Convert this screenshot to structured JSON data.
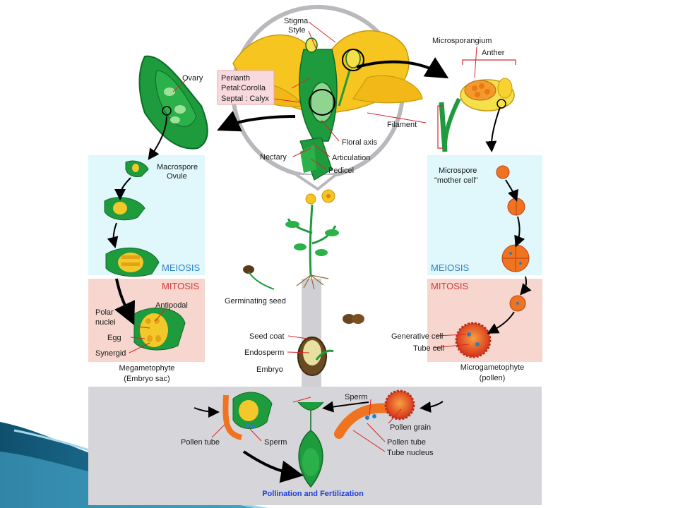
{
  "labels": {
    "stigma": "Stigma",
    "style": "Style",
    "microsporangium": "Microsporangium",
    "anther": "Anther",
    "ovary": "Ovary",
    "perianth": "Perianth",
    "petal_corolla": "Petal:Corolla",
    "septal_calyx": "Septal : Calyx",
    "filament": "Filament",
    "floral_axis": "Floral axis",
    "nectary": "Nectary",
    "articulation": "Articulation",
    "pedicel": "Pedicel",
    "macrospore": "Macrospore",
    "ovule": "Ovule",
    "microspore": "Microspore",
    "mother_cell": "\"mother cell\"",
    "meiosis_left": "MEIOSIS",
    "meiosis_right": "MEIOSIS",
    "mitosis_left": "MITOSIS",
    "mitosis_right": "MITOSIS",
    "germinating_seed": "Germinating seed",
    "antipodal": "Antipodal",
    "polar": "Polar",
    "nuclei": "nuclei",
    "egg": "Egg",
    "synergid": "Synergid",
    "megagametophyte": "Megametophyte",
    "embryo_sac": "(Embryo sac)",
    "seed_coat": "Seed coat",
    "endosperm": "Endosperm",
    "embryo": "Embryo",
    "generative_cell": "Generative cell",
    "tube_cell": "Tube cell",
    "microgametophyte": "Microgametophyte",
    "pollen": "(pollen)",
    "sperm_top": "Sperm",
    "pollen_grain": "Pollen grain",
    "pollen_tube_right": "Pollen tube",
    "tube_nucleus": "Tube nucleus",
    "pollen_tube_left": "Pollen tube",
    "sperm_left": "Sperm",
    "pollination_fertilization": "Pollination and Fertilization"
  },
  "colors": {
    "meiosis_panel": "#e0f7fb",
    "mitosis_panel": "#f6d6ce",
    "fertilization_panel": "#d6d6da",
    "stem": "#d0d0d4",
    "petal": "#f7c520",
    "green": "#1e9b3c",
    "dark_green": "#0d6b27",
    "orange": "#f47c20",
    "red_cell": "#e4401c",
    "meiosis_text": "#2a7fc4",
    "mitosis_text": "#d23a3a",
    "title_text": "#1e3fd6",
    "slide_accent": "#1c6a8c"
  }
}
